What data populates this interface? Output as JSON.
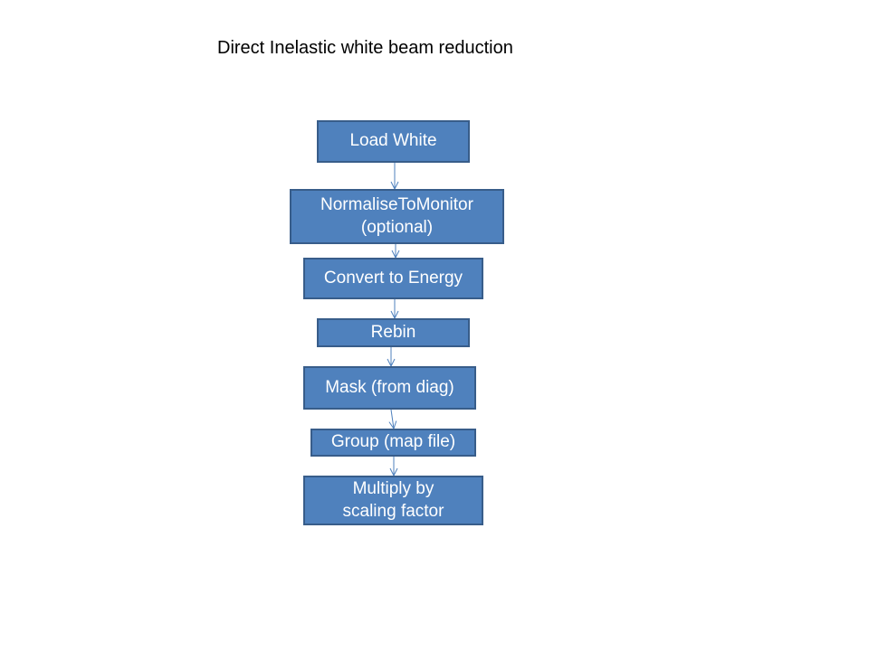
{
  "title": "Direct Inelastic white beam reduction",
  "colors": {
    "box_fill": "#4f81bd",
    "box_border": "#385d8a",
    "arrow": "#4f81bd",
    "text": "#ffffff"
  },
  "steps": [
    {
      "lines": [
        "Load White"
      ]
    },
    {
      "lines": [
        "NormaliseToMonitor",
        "(optional)"
      ]
    },
    {
      "lines": [
        "Convert to Energy"
      ]
    },
    {
      "lines": [
        "Rebin"
      ]
    },
    {
      "lines": [
        "Mask (from diag)"
      ]
    },
    {
      "lines": [
        "Group (map file)"
      ]
    },
    {
      "lines": [
        "Multiply by",
        "scaling factor"
      ]
    }
  ]
}
